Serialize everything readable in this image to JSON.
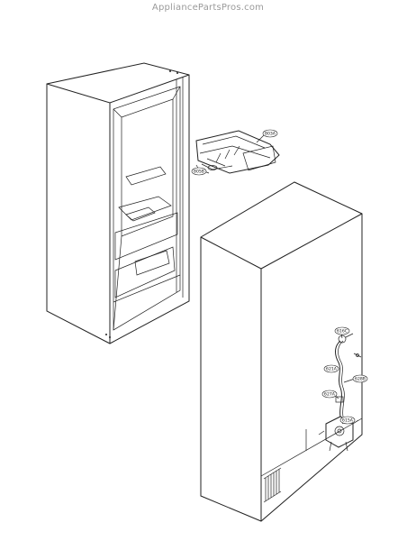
{
  "watermark": "AppliancePartsPros.com",
  "callouts": {
    "c803a": "803A",
    "c805b": "805B",
    "c616c": "616C",
    "c621a": "621A",
    "c628b": "628B",
    "c627a": "627A",
    "c615a": "615A"
  },
  "colors": {
    "line": "#222222",
    "watermark": "#9a9a9a",
    "background": "#ffffff"
  }
}
